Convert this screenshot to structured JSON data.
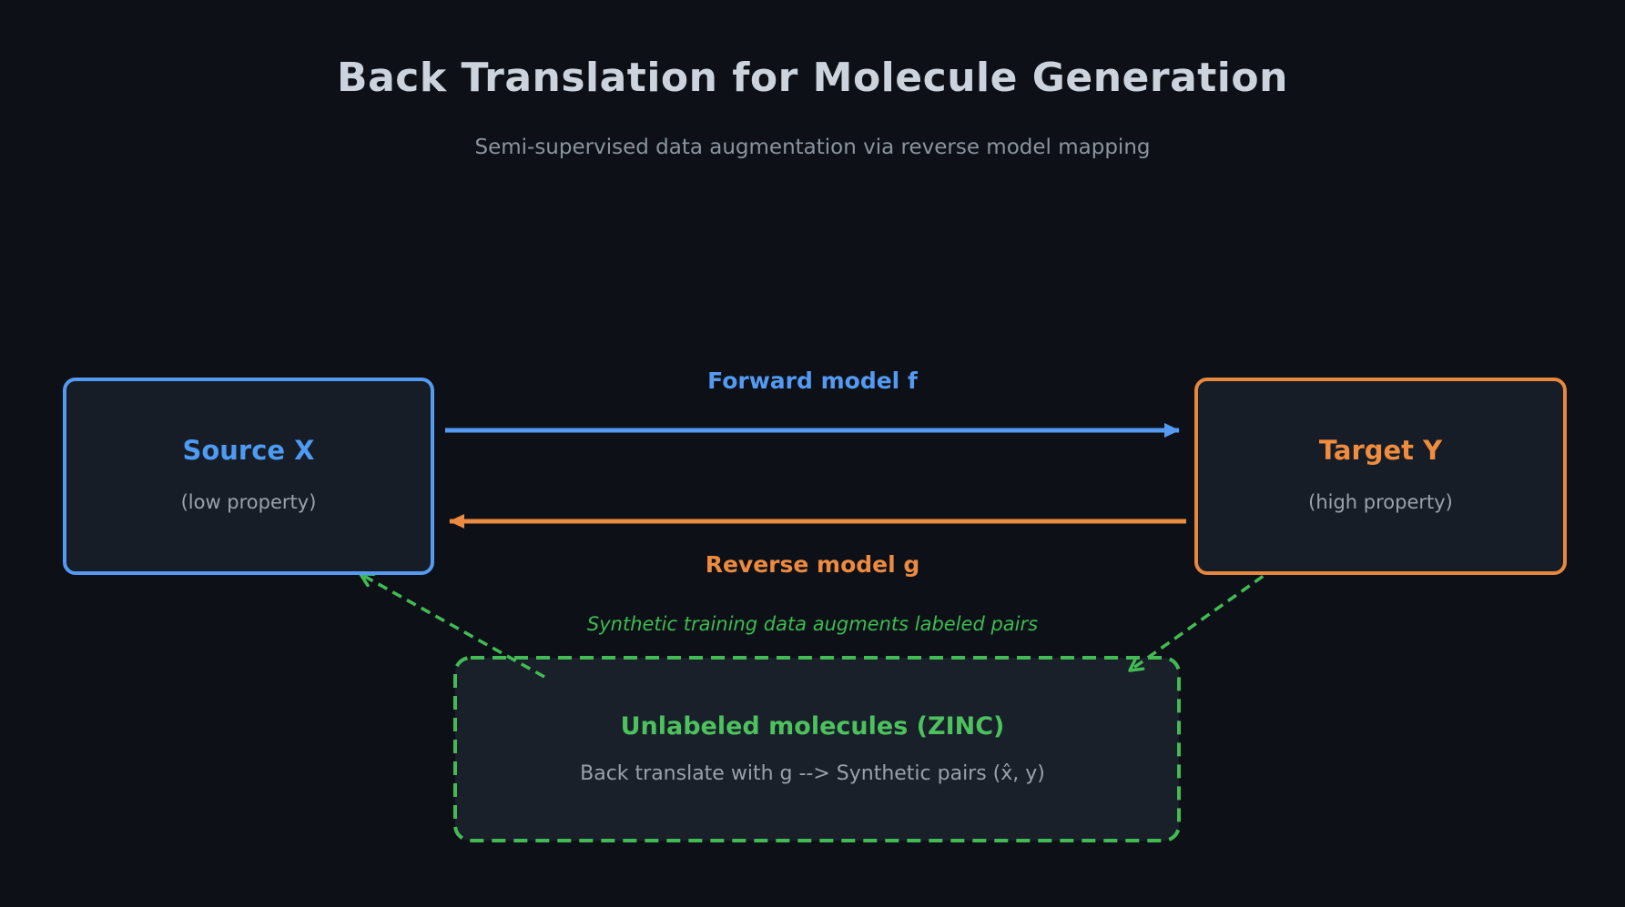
{
  "header": {
    "title": "Back Translation for Molecule Generation",
    "subtitle": "Semi-supervised data augmentation via reverse model mapping"
  },
  "nodes": {
    "source": {
      "title": "Source X",
      "subtitle": "(low property)"
    },
    "target": {
      "title": "Target Y",
      "subtitle": "(high property)"
    },
    "unlabeled": {
      "title": "Unlabeled molecules (ZINC)",
      "subtitle": "Back translate with g  -->  Synthetic pairs (x̂, y)"
    }
  },
  "arrows": {
    "forward_label": "Forward model f",
    "reverse_label": "Reverse model g"
  },
  "annotation": "Synthetic training data augments labeled pairs",
  "colors": {
    "background": "#0d1117",
    "node_fill": "#161d27",
    "blue": "#559af2",
    "orange": "#e8873e",
    "green": "#43bb54",
    "title_text": "#ccd3dc",
    "muted_text": "#8b949e"
  }
}
